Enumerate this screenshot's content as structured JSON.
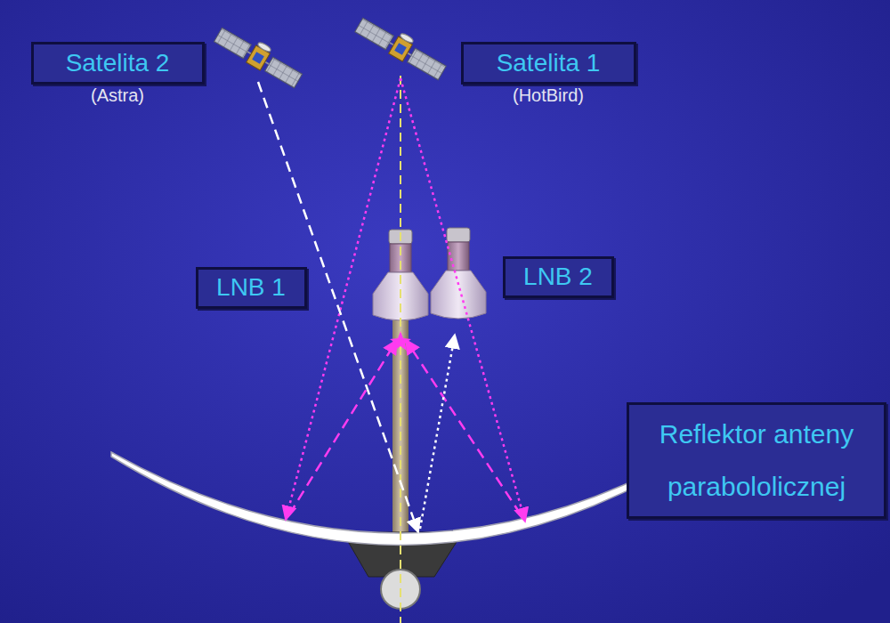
{
  "diagram": {
    "nodes": [
      {
        "text": [
          "Satelita 2",
          "(Astra)"
        ]
      },
      {
        "text": [
          "Satelita 1",
          "(HotBird)"
        ]
      },
      {
        "text": [
          "LNB 1"
        ]
      },
      {
        "text": [
          "LNB 2"
        ]
      },
      {
        "text": [
          "Reflektor anteny parabololicznej"
        ]
      }
    ]
  }
}
